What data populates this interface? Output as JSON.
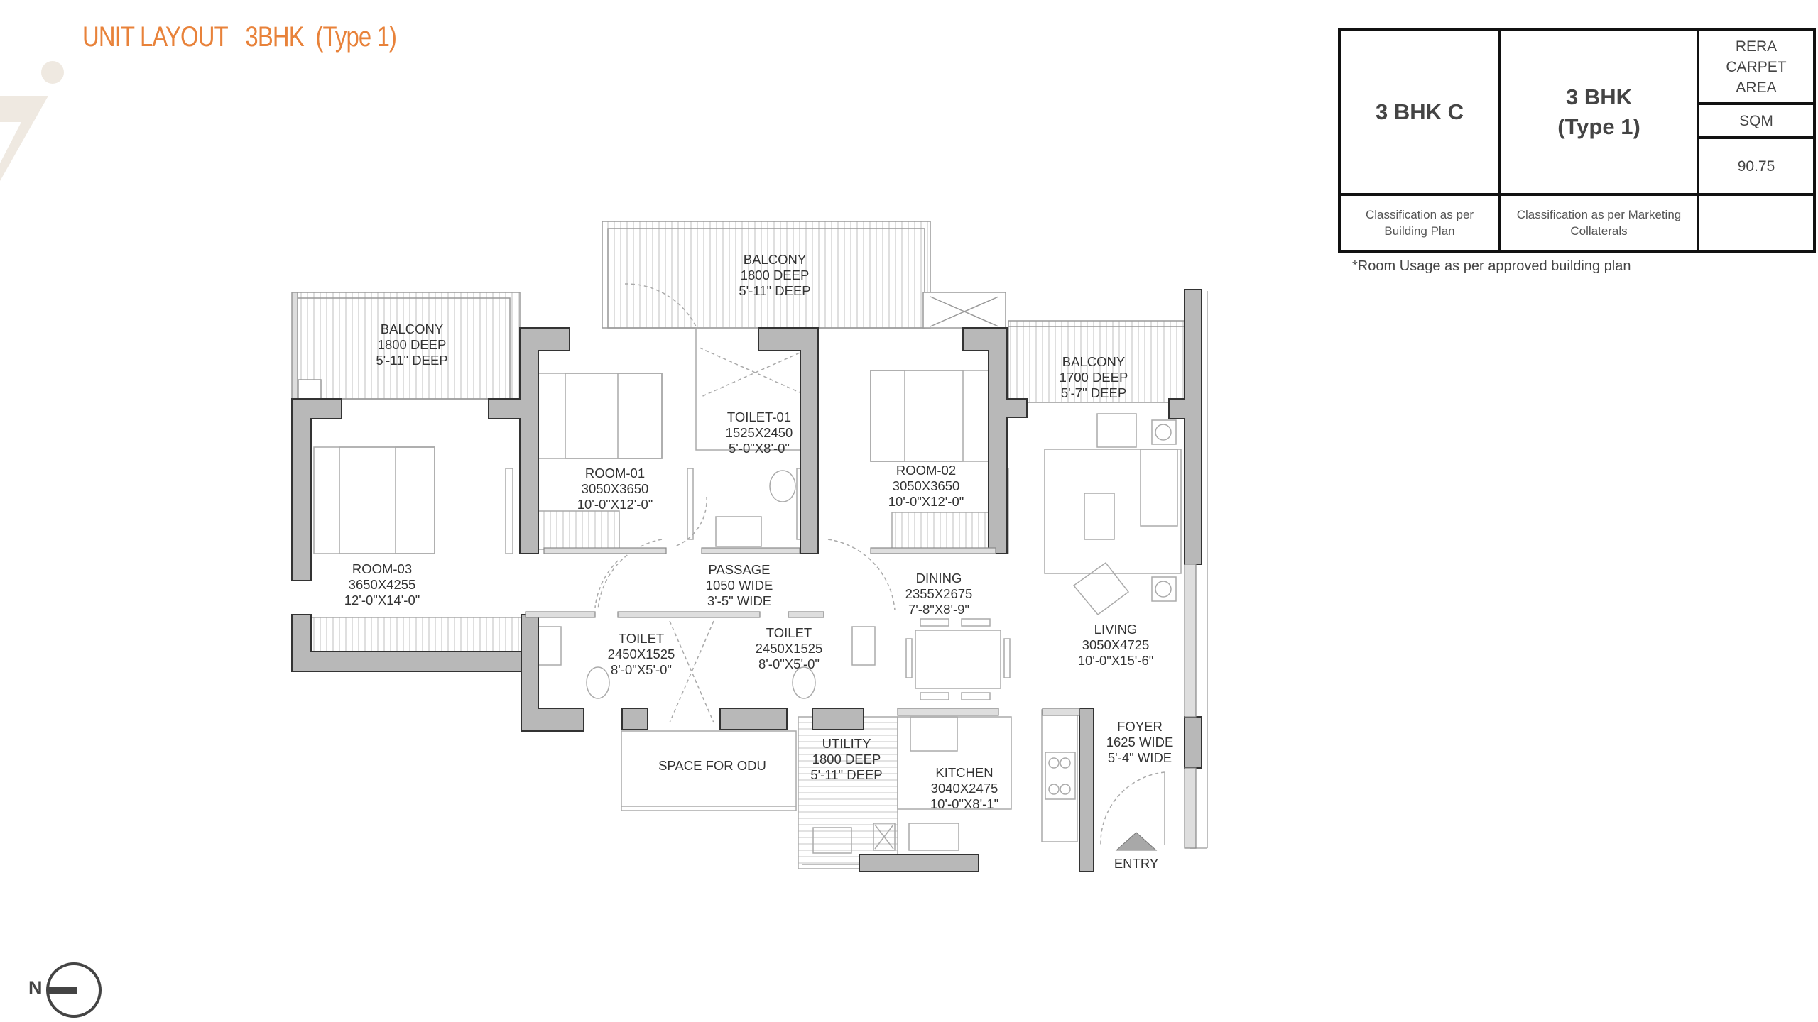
{
  "header": {
    "title_prefix": "UNIT LAYOUT",
    "title_unit": "3BHK  (Type 1)"
  },
  "colors": {
    "accent": "#e8823a",
    "wall": "#b8b8b8",
    "wall_stroke": "#333333",
    "watermark": "#efe9e1"
  },
  "area_table": {
    "building_plan_class": "3 BHK C",
    "marketing_class_line1": "3 BHK",
    "marketing_class_line2": "(Type 1)",
    "rera_label_1": "RERA",
    "rera_label_2": "CARPET",
    "rera_label_3": "AREA",
    "unit": "SQM",
    "value": "90.75",
    "footer_building_line1": "Classification as per",
    "footer_building_line2": "Building Plan",
    "footer_marketing_line1": "Classification as per Marketing",
    "footer_marketing_line2": "Collaterals",
    "footer_empty": ""
  },
  "note": "*Room Usage as per approved building plan",
  "compass": {
    "label": "N"
  },
  "rooms": {
    "balcony_left": {
      "name": "BALCONY",
      "metric": "1800 DEEP",
      "imperial": "5'-11\" DEEP"
    },
    "balcony_top": {
      "name": "BALCONY",
      "metric": "1800 DEEP",
      "imperial": "5'-11\" DEEP"
    },
    "balcony_right": {
      "name": "BALCONY",
      "metric": "1700 DEEP",
      "imperial": "5'-7\" DEEP"
    },
    "room_01": {
      "name": "ROOM-01",
      "metric": "3050X3650",
      "imperial": "10'-0\"X12'-0\""
    },
    "room_02": {
      "name": "ROOM-02",
      "metric": "3050X3650",
      "imperial": "10'-0\"X12'-0\""
    },
    "room_03": {
      "name": "ROOM-03",
      "metric": "3650X4255",
      "imperial": "12'-0\"X14'-0\""
    },
    "toilet_01": {
      "name": "TOILET-01",
      "metric": "1525X2450",
      "imperial": "5'-0\"X8'-0\""
    },
    "toilet_a": {
      "name": "TOILET",
      "metric": "2450X1525",
      "imperial": "8'-0\"X5'-0\""
    },
    "toilet_b": {
      "name": "TOILET",
      "metric": "2450X1525",
      "imperial": "8'-0\"X5'-0\""
    },
    "passage": {
      "name": "PASSAGE",
      "metric": "1050 WIDE",
      "imperial": "3'-5\" WIDE"
    },
    "dining": {
      "name": "DINING",
      "metric": "2355X2675",
      "imperial": "7'-8\"X8'-9\""
    },
    "living": {
      "name": "LIVING",
      "metric": "3050X4725",
      "imperial": "10'-0\"X15'-6\""
    },
    "foyer": {
      "name": "FOYER",
      "metric": "1625 WIDE",
      "imperial": "5'-4\" WIDE"
    },
    "utility": {
      "name": "UTILITY",
      "metric": "1800 DEEP",
      "imperial": "5'-11\" DEEP"
    },
    "kitchen": {
      "name": "KITCHEN",
      "metric": "3040X2475",
      "imperial": "10'-0\"X8'-1\""
    },
    "odu": {
      "name": "SPACE FOR ODU"
    },
    "entry": {
      "name": "ENTRY"
    }
  }
}
